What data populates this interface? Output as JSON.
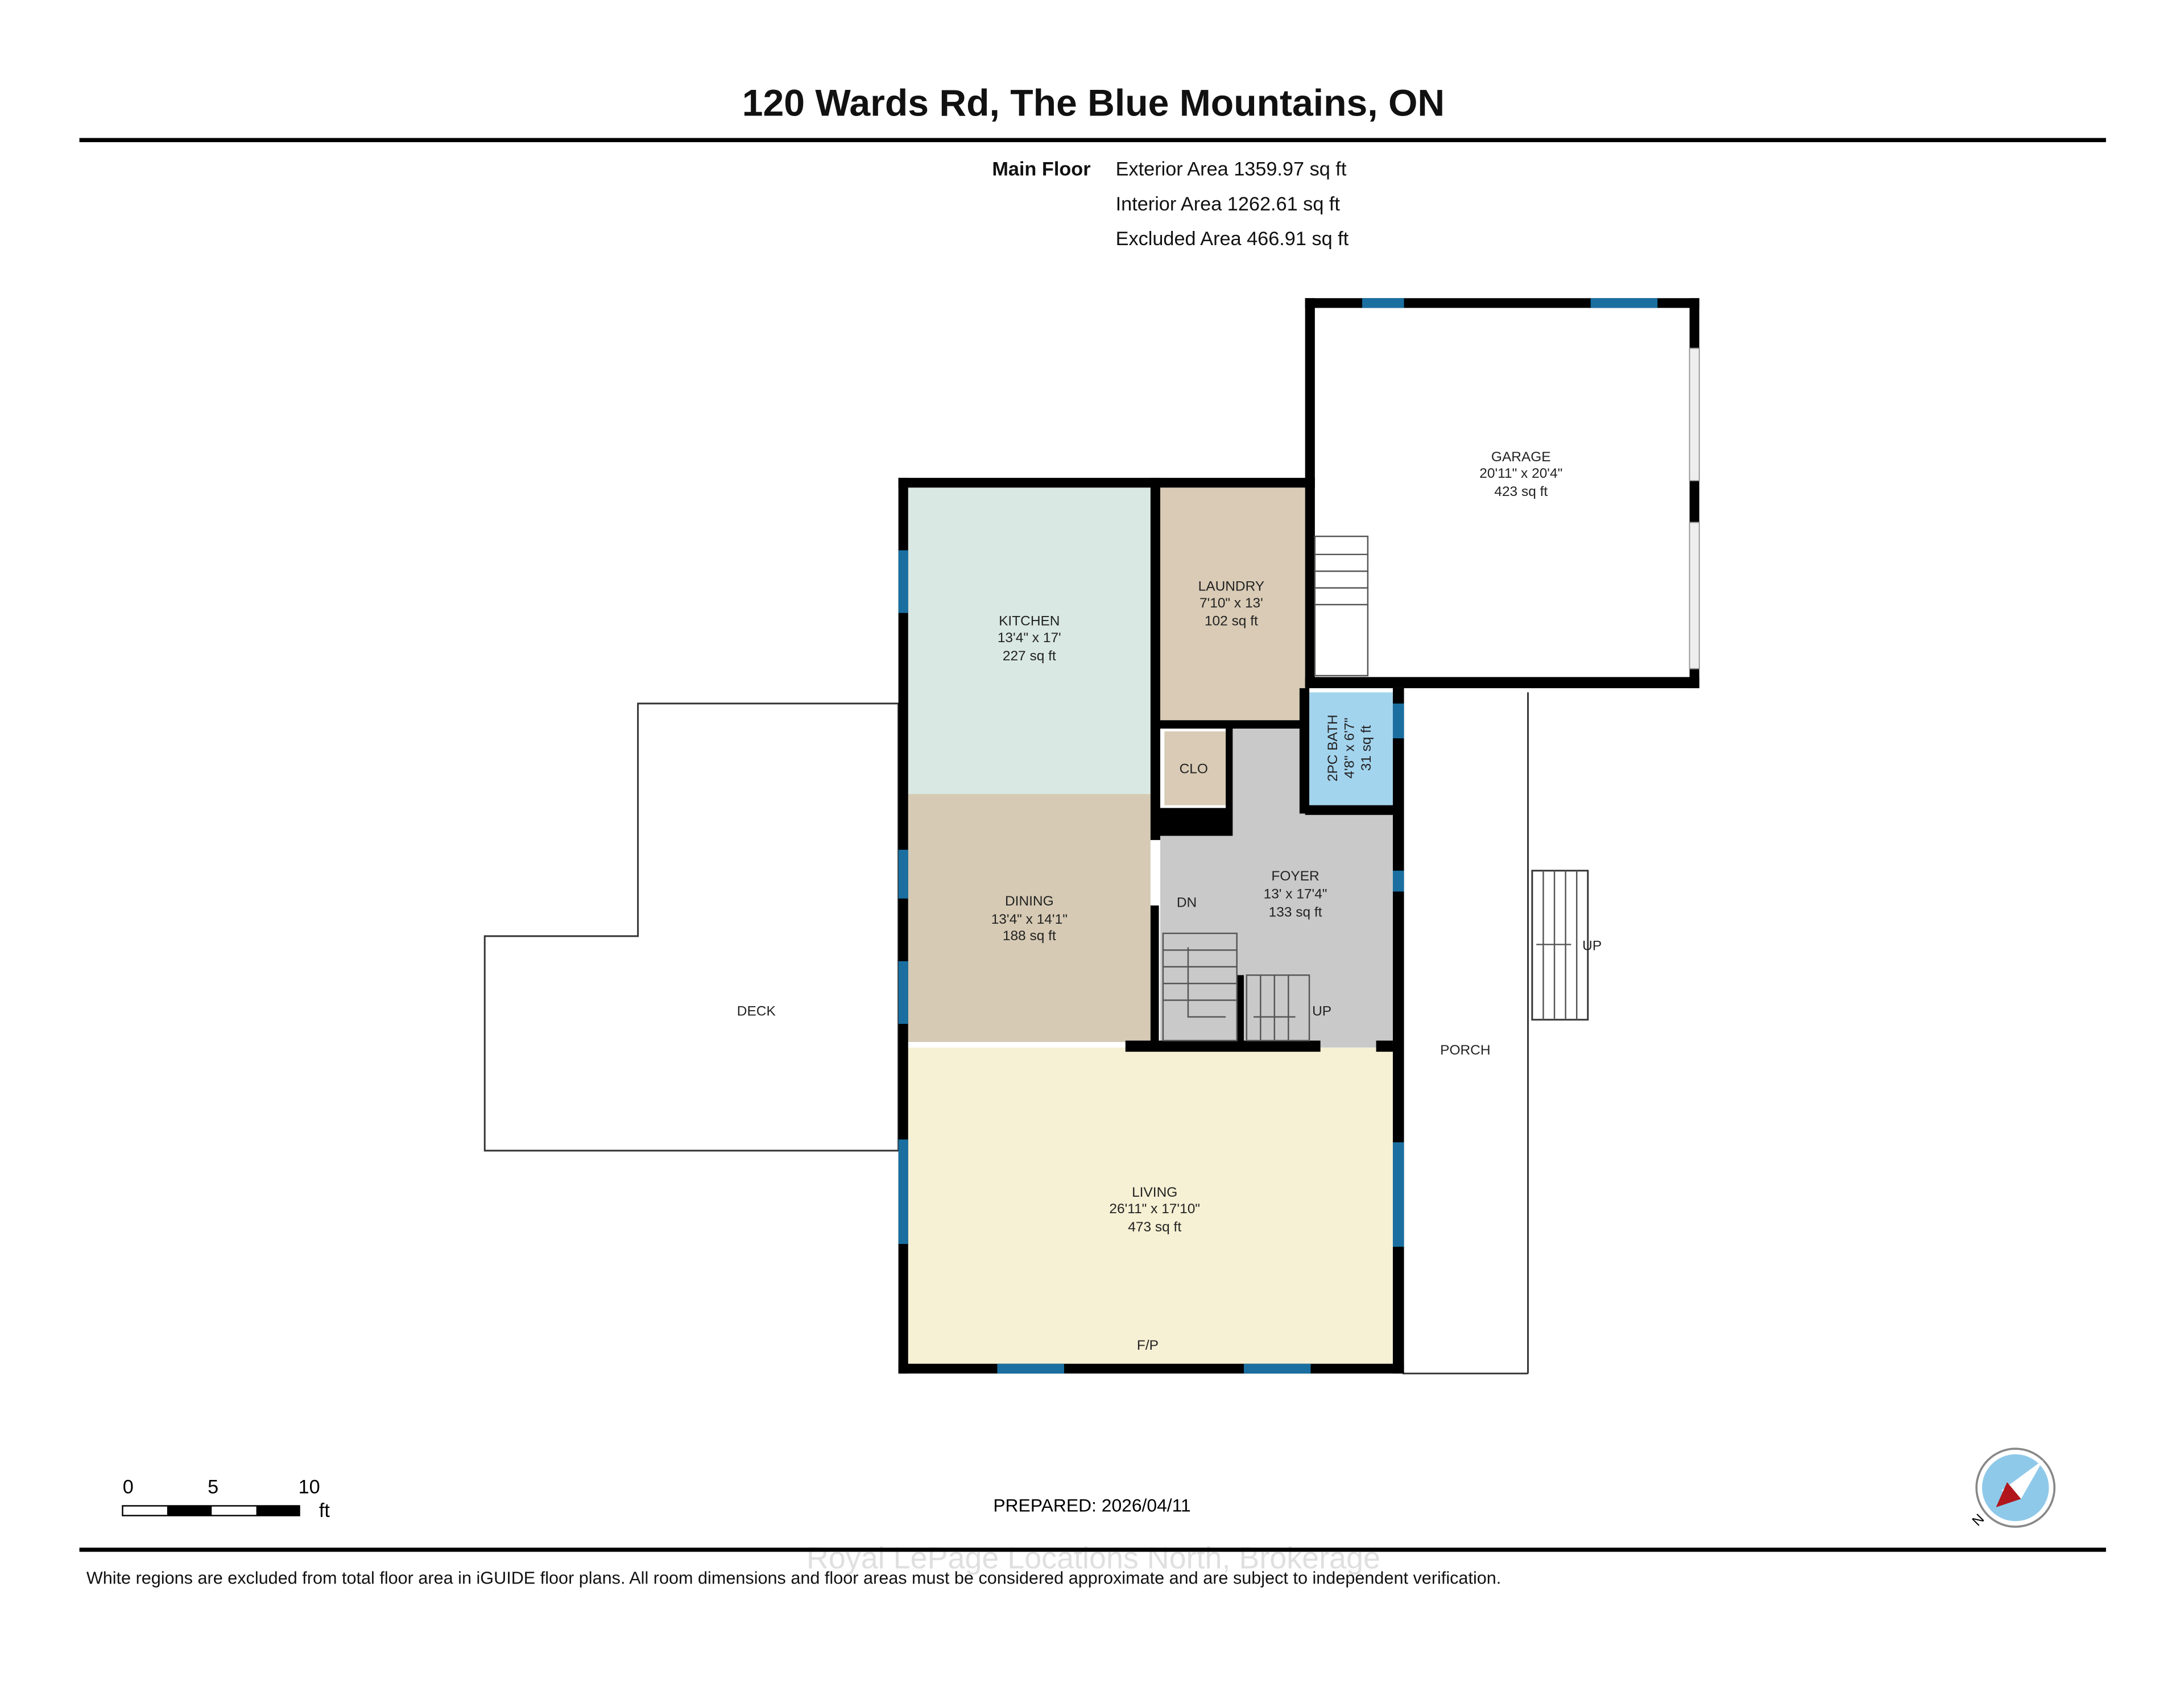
{
  "header": {
    "title": "120 Wards Rd, The Blue Mountains, ON"
  },
  "areas": {
    "floor_label": "Main Floor",
    "exterior": "Exterior Area 1359.97 sq ft",
    "interior": "Interior Area 1262.61 sq ft",
    "excluded": "Excluded Area 466.91 sq ft"
  },
  "rooms": {
    "garage": {
      "name": "GARAGE",
      "dims": "20'11\" x 20'4\"",
      "area": "423 sq ft",
      "color": "#ffffff"
    },
    "laundry": {
      "name": "LAUNDRY",
      "dims": "7'10\" x 13'",
      "area": "102 sq ft",
      "color": "#d9cbb5"
    },
    "kitchen": {
      "name": "KITCHEN",
      "dims": "13'4\" x 17'",
      "area": "227 sq ft",
      "color": "#d9e8e3"
    },
    "closet": {
      "name": "CLO",
      "color": "#d9cbb5"
    },
    "bath": {
      "name": "2PC BATH",
      "dims": "4'8\" x 6'7\"",
      "area": "31 sq ft",
      "color": "#a3d4ee"
    },
    "foyer": {
      "name": "FOYER",
      "dims": "13' x 17'4\"",
      "area": "133 sq ft",
      "color": "#c9c9c9"
    },
    "dining": {
      "name": "DINING",
      "dims": "13'4\" x 14'1\"",
      "area": "188 sq ft",
      "color": "#d6cab4"
    },
    "living": {
      "name": "LIVING",
      "dims": "26'11\" x 17'10\"",
      "area": "473 sq ft",
      "color": "#f6f0d4",
      "fireplace": "F/P"
    },
    "deck": {
      "name": "DECK"
    },
    "porch": {
      "name": "PORCH"
    }
  },
  "stairs": {
    "down": "DN",
    "up": "UP",
    "porch_up": "UP"
  },
  "scale": {
    "ticks": [
      "0",
      "5",
      "10"
    ],
    "unit": "ft"
  },
  "prepared": "PREPARED: 2026/04/11",
  "compass": {
    "label": "N",
    "icon": "compass-icon"
  },
  "watermark": "Royal LePage Locations North, Brokerage",
  "footer": {
    "disclaimer": "White regions are excluded from total floor area in iGUIDE floor plans. All room dimensions and floor areas must be considered approximate and are subject to independent verification."
  },
  "colors": {
    "wall": "#000000",
    "window": "#1a6fa0"
  }
}
